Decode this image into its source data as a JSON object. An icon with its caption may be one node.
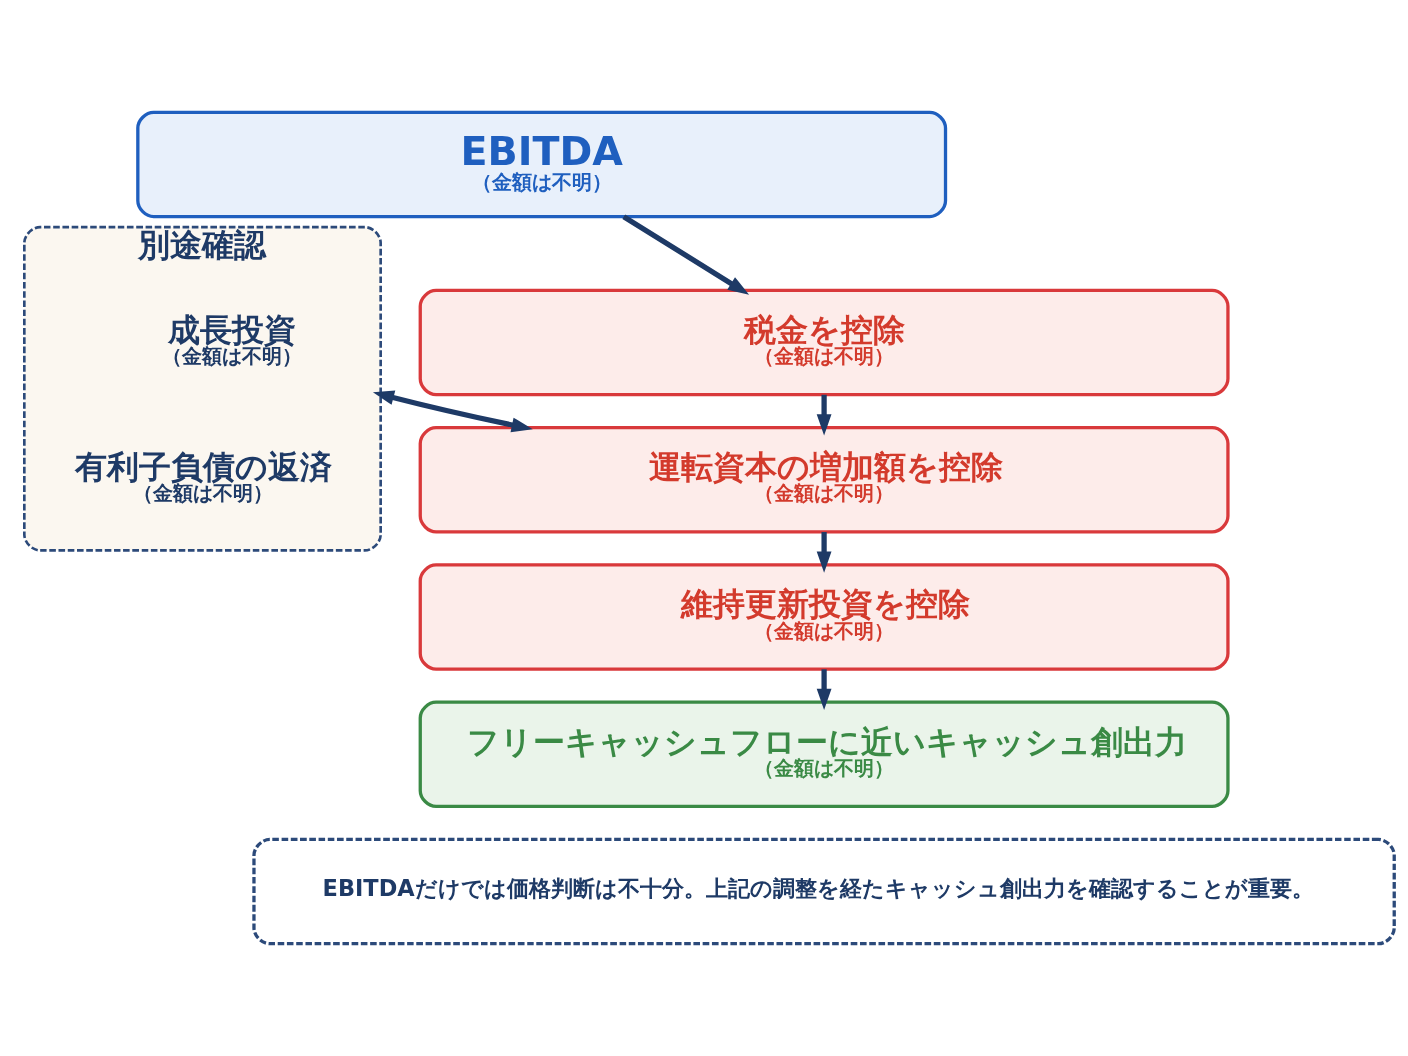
{
  "diagram": {
    "nodes": [
      {
        "text": [
          "EBITDA",
          "（金額は不明）"
        ]
      },
      {
        "text": [
          "税金を控除",
          "（金額は不明）"
        ]
      },
      {
        "text": [
          "運転資本の増加額を控除",
          "（金額は不明）"
        ]
      },
      {
        "text": [
          "維持更新投資を控除",
          "（金額は不明）"
        ]
      },
      {
        "text": [
          "フリーキャッシュフローに近いキャッシュ創出力",
          "（金額は不明）"
        ]
      },
      {
        "text": [
          "別途確認"
        ]
      },
      {
        "text": [
          "成長投資",
          "（金額は不明）"
        ],
        "in": 5
      },
      {
        "text": [
          "有利子負債の返済",
          "（金額は不明）"
        ],
        "in": 5
      },
      {
        "text": [
          "EBITDAだけでは価格判断は不十分。上記の調整を経たキャッシュ創出力を確認することが重要。"
        ]
      }
    ],
    "edges": [
      {
        "from": 0,
        "to": 1,
        "arrow": "to"
      },
      {
        "from": 1,
        "to": 2,
        "arrow": "to"
      },
      {
        "from": 2,
        "to": 3,
        "arrow": "to"
      },
      {
        "from": 3,
        "to": 4,
        "arrow": "to"
      },
      {
        "from": 2,
        "to": 5,
        "arrow": "both"
      }
    ]
  }
}
